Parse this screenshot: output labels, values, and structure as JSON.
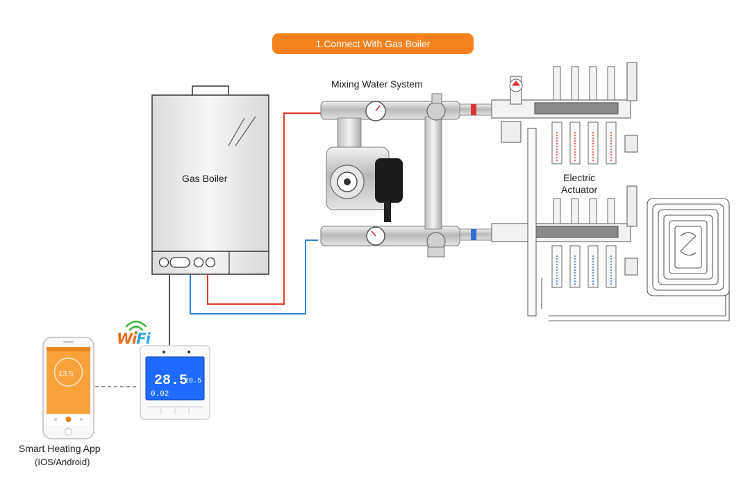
{
  "banner": {
    "text": "1.Connect With Gas Boiler"
  },
  "labels": {
    "mixing_water_system": "Mixing Water System",
    "gas_boiler": "Gas Boiler",
    "electric_actuator_line1": "Electric",
    "electric_actuator_line2": "Actuator",
    "app_line1": "Smart Heating App",
    "app_line2": "(IOS/Android)"
  },
  "wifi": {
    "part1": "Wi",
    "part2": "Fi"
  },
  "thermostat": {
    "main_temp": "28.5",
    "set_temp": "20.5",
    "clock": "0.02"
  },
  "phone": {
    "temp": "13.5"
  },
  "colors": {
    "banner": "#f5821f",
    "supply_pipe": "#e0372b",
    "return_pipe": "#2f7fd6",
    "thermostat_screen": "#1f6bff",
    "phone_app": "#f7a23b"
  }
}
